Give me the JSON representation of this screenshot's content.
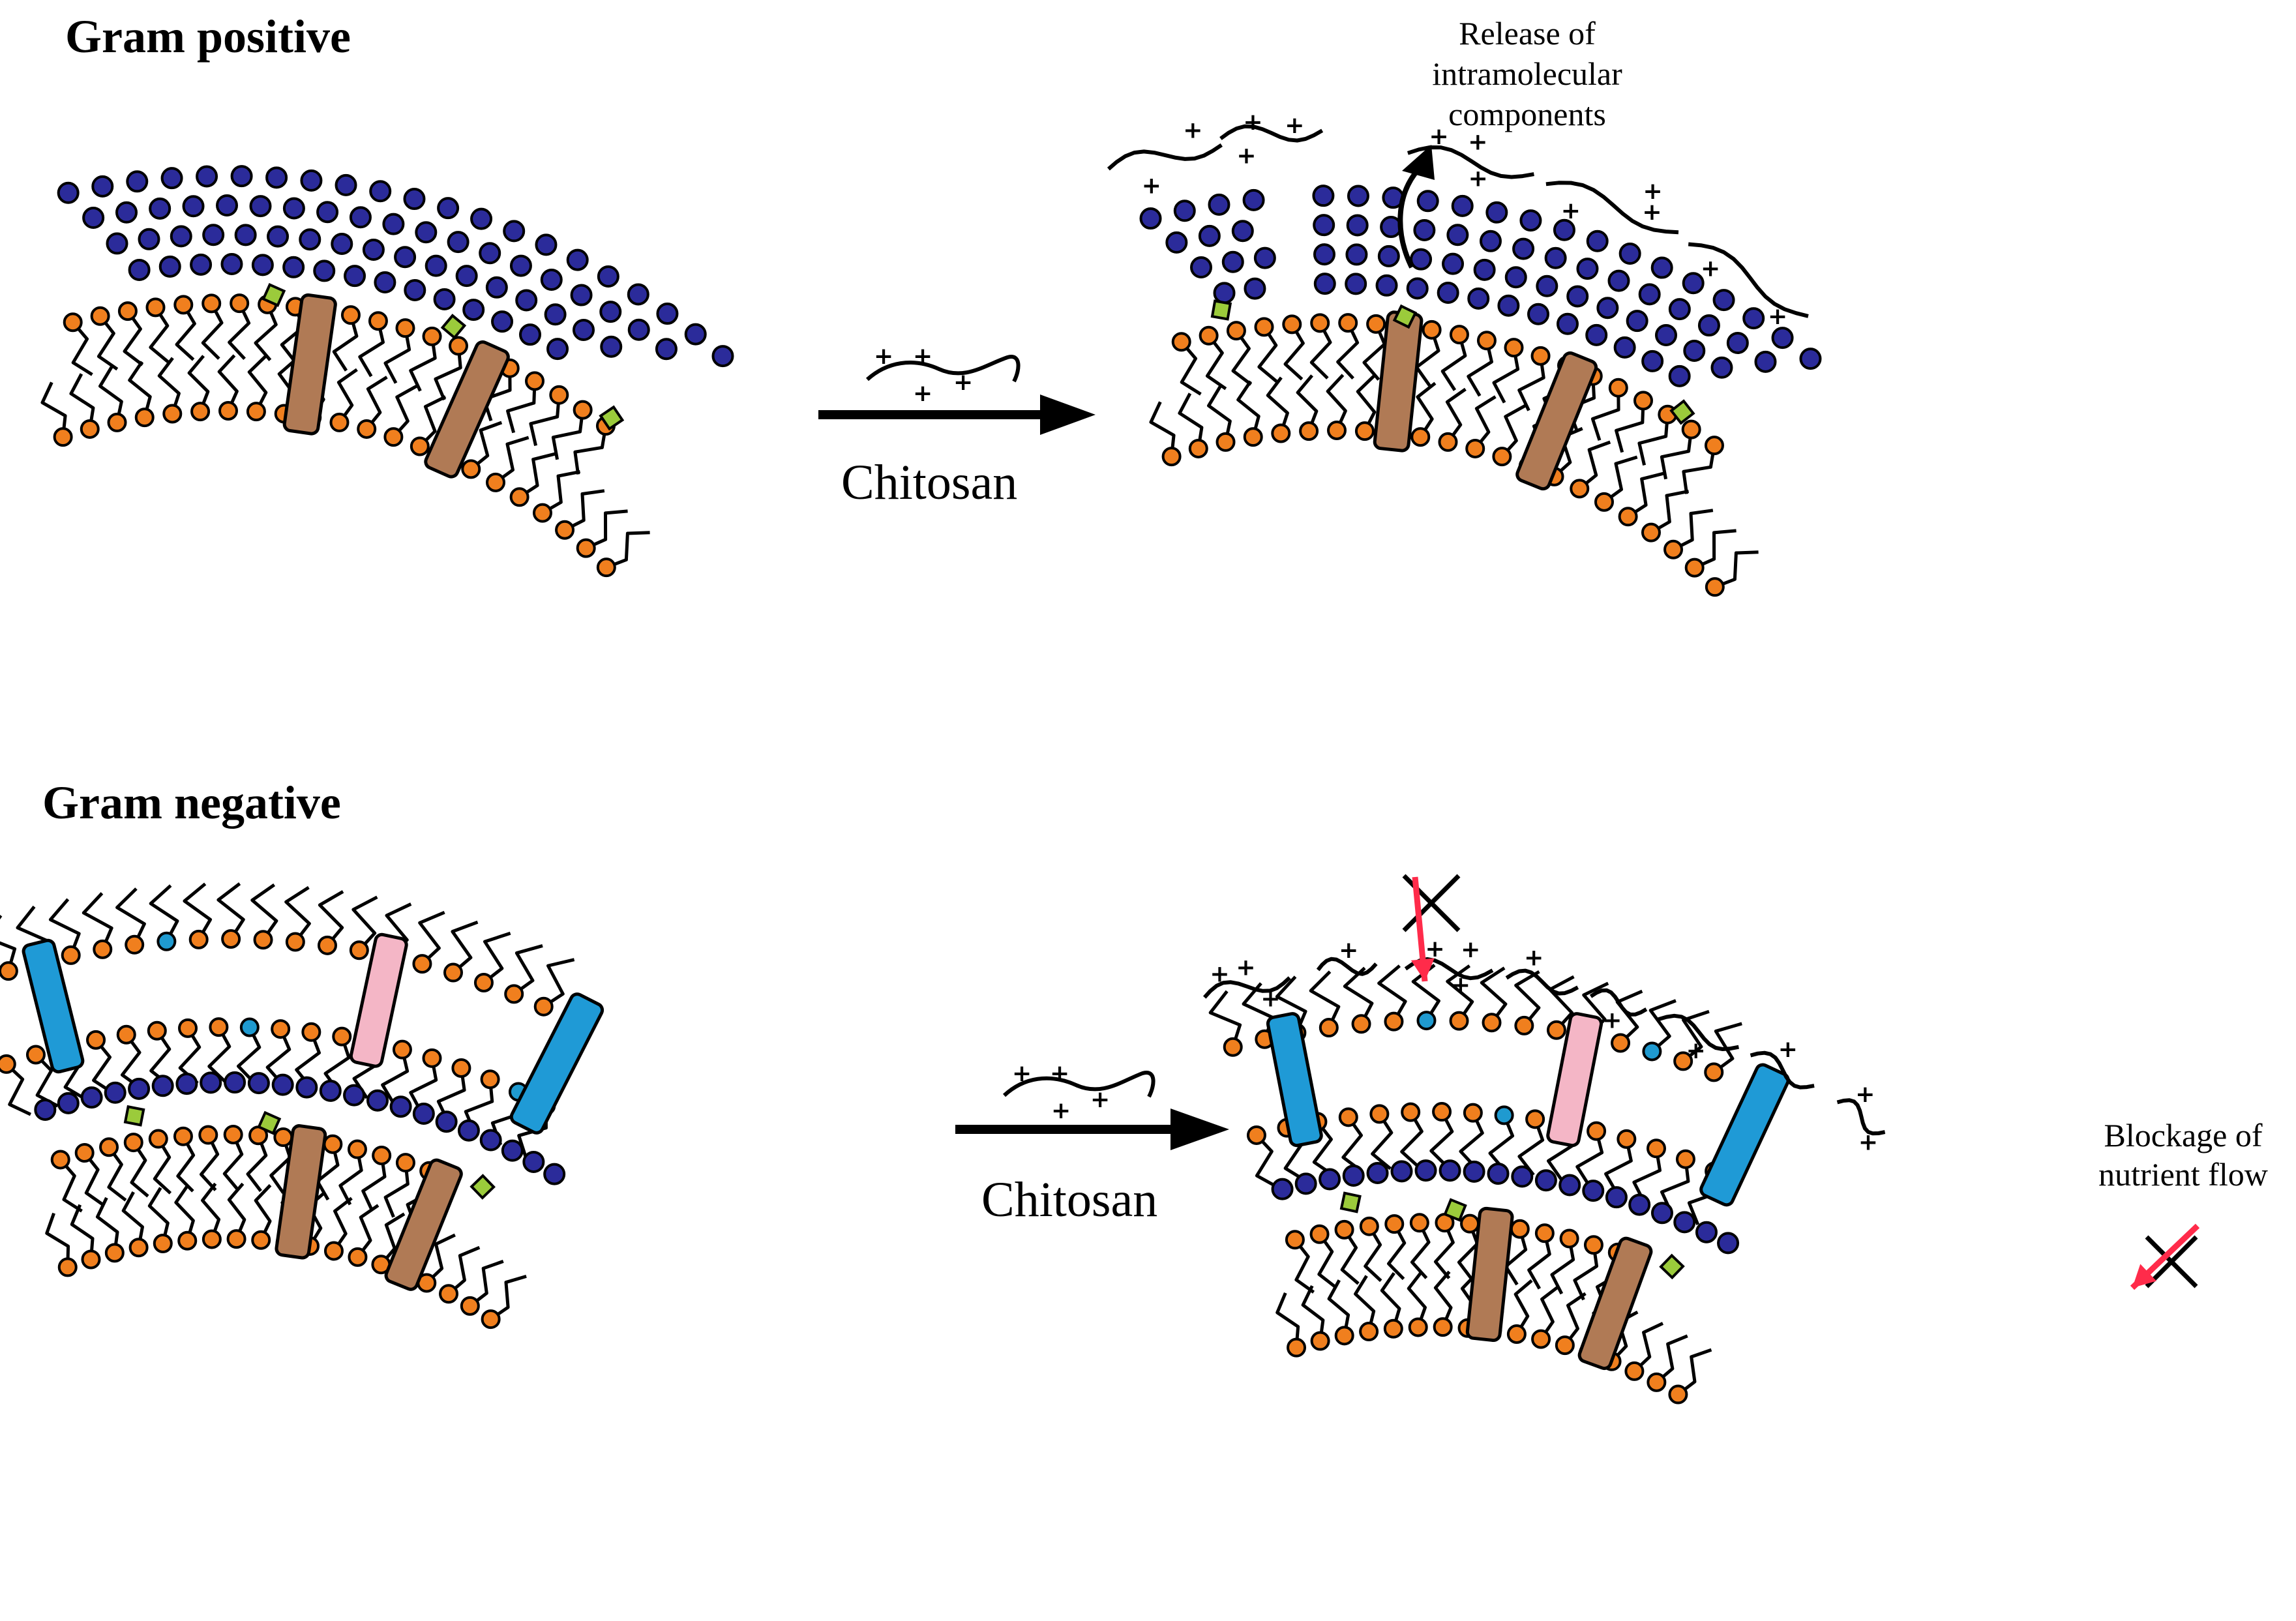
{
  "headings": {
    "gram_positive": "Gram positive",
    "gram_negative": "Gram negative"
  },
  "arrows": {
    "chitosan_label": "Chitosan",
    "plus_sign": "+"
  },
  "annotations": {
    "release_lines": [
      "Release of",
      "intramolecular",
      "components"
    ],
    "blockage_lines": [
      "Blockage of",
      "nutrient flow"
    ]
  },
  "colors": {
    "peptidoglycan": "#2b2b9a",
    "lipid_head": "#f07f1e",
    "lipid_head_alt": "#1f9ad0",
    "protein_brown": "#b07a55",
    "protein_blue": "#1f9ad6",
    "protein_pink": "#f4b6c6",
    "particle_green": "#9bcb3b",
    "blocked_arrow": "#ff2b4a"
  }
}
